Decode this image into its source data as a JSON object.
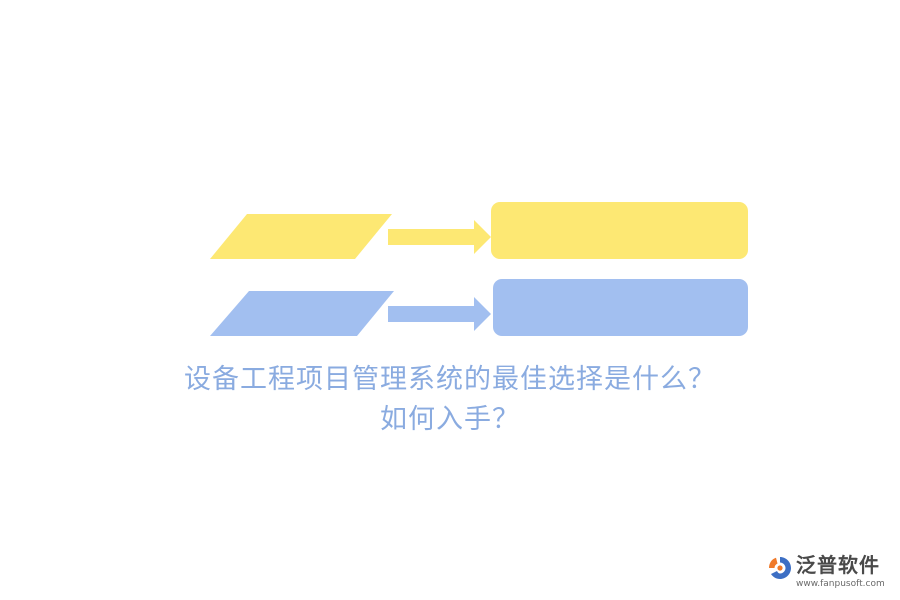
{
  "title": {
    "line1": "设备工程项目管理系统的最佳选择是什么？",
    "line2": "如何入手？"
  },
  "brand": {
    "name": "泛普软件",
    "url": "www.fanpusoft.com"
  },
  "colors": {
    "yellow": "#fde873",
    "blue": "#a2bff0",
    "title_text": "#8aabe0",
    "logo_orange": "#f07a2a",
    "logo_blue": "#3d6fc4"
  },
  "icons": {
    "logo": "fanpu-logo-icon",
    "arrow": "right-arrow-icon"
  }
}
